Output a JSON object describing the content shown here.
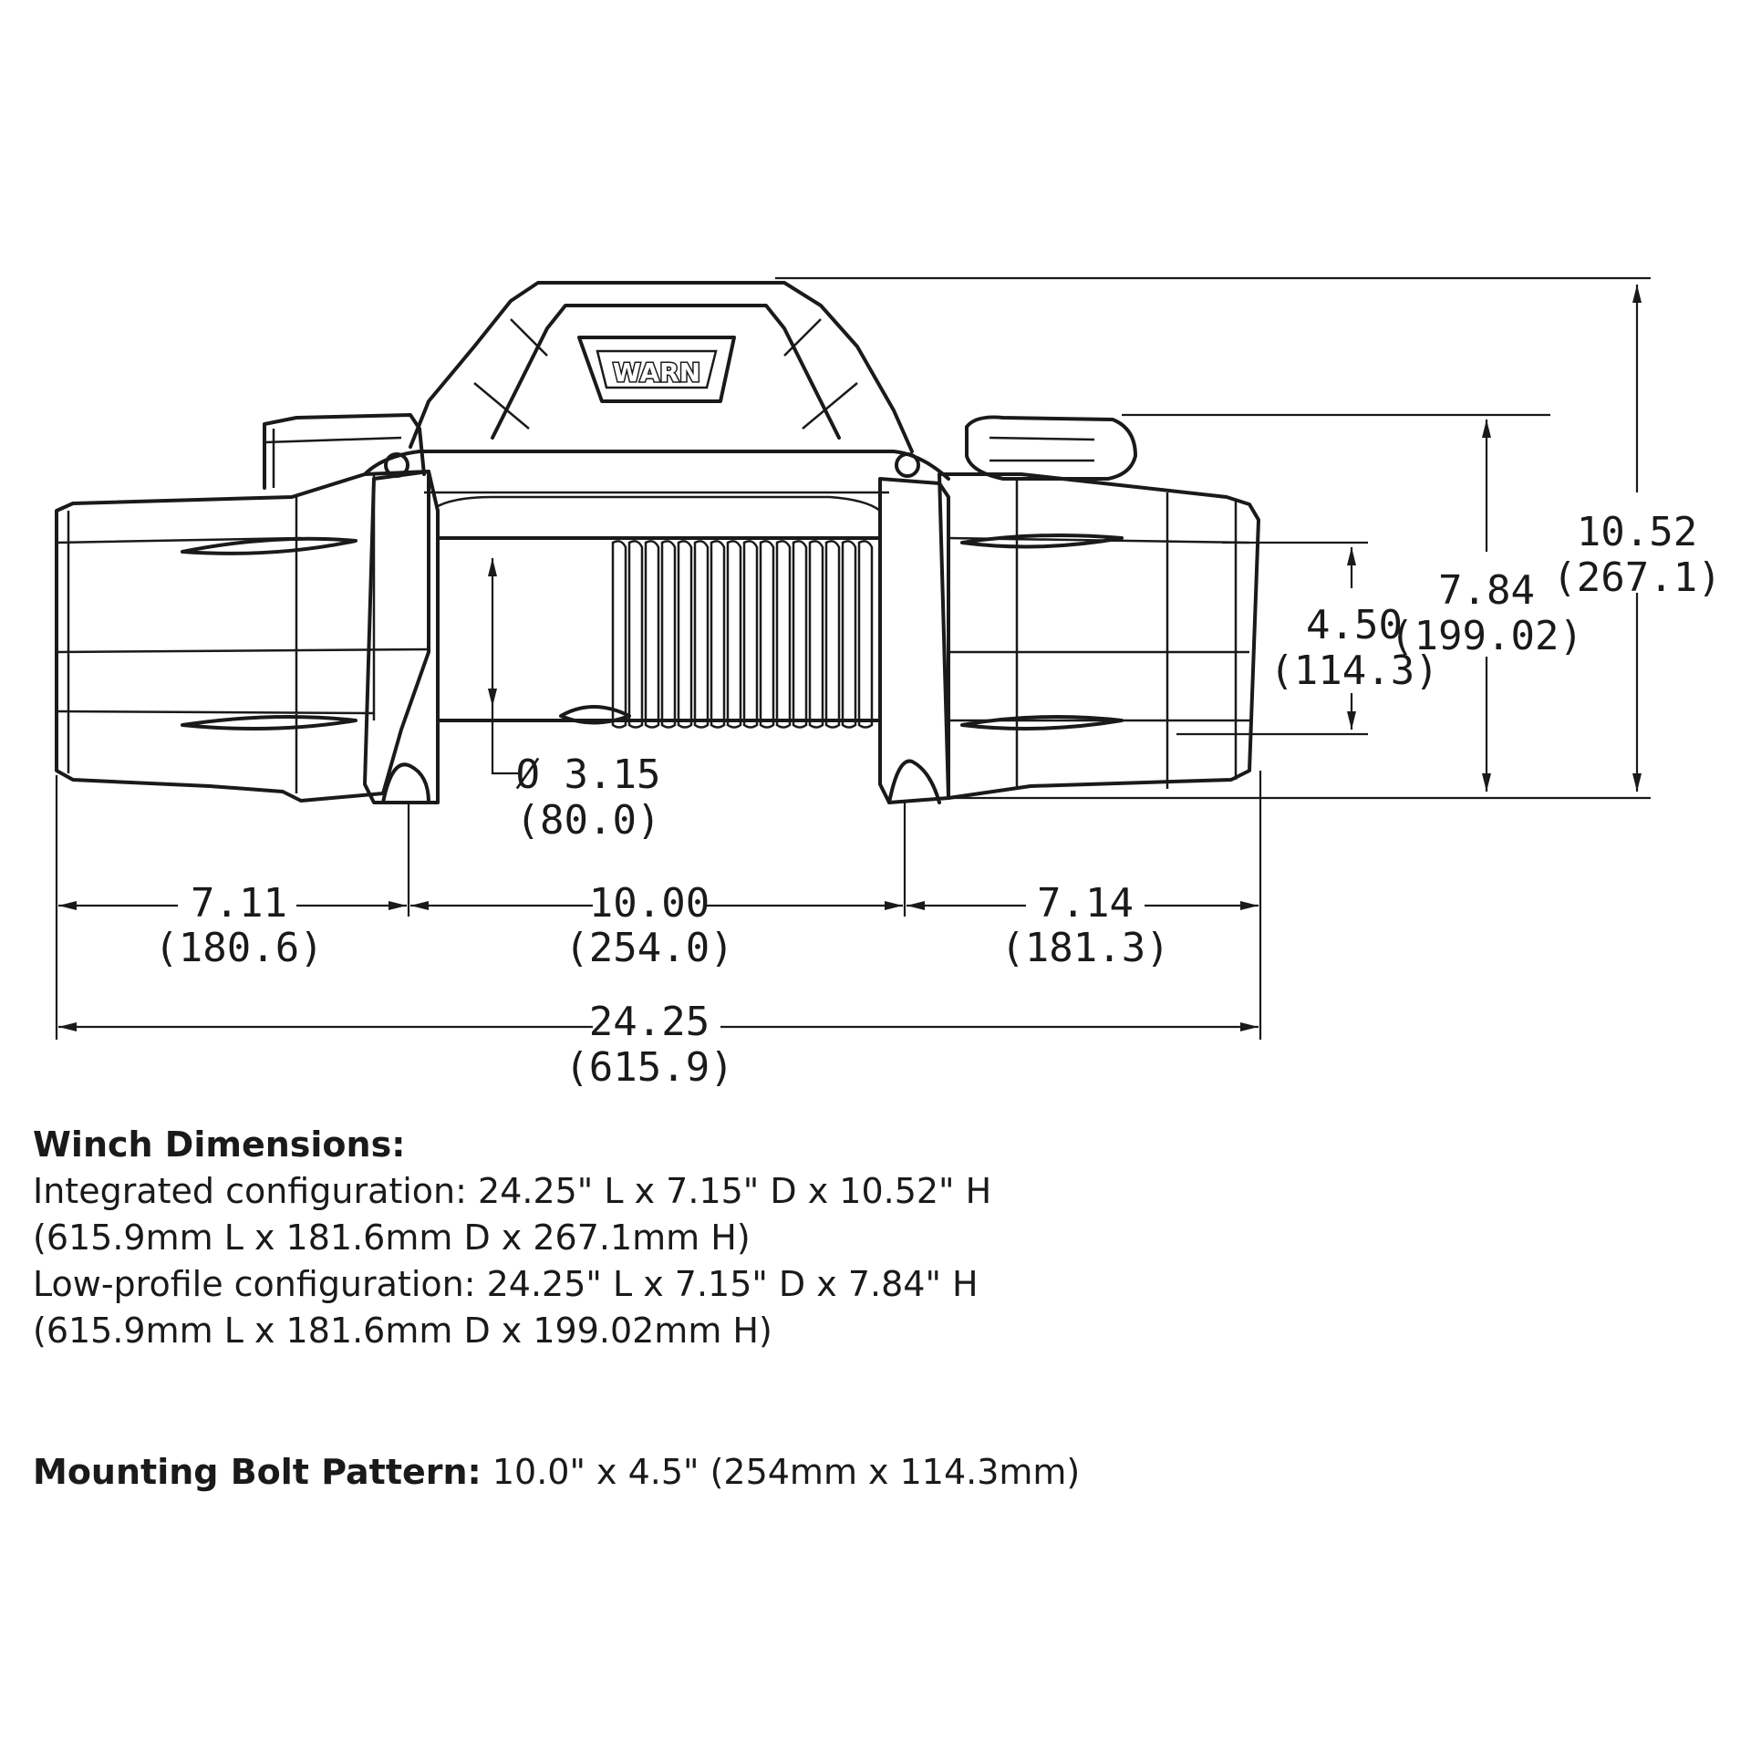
{
  "dimensions": {
    "overall_height": {
      "in": "10.52",
      "mm": "(267.1)"
    },
    "low_profile_height": {
      "in": "7.84",
      "mm": "(199.02)"
    },
    "bolt_spacing_depth": {
      "in": "4.50",
      "mm": "(114.3)"
    },
    "drum_diameter": {
      "in": "Ø 3.15",
      "mm": "(80.0)"
    },
    "left_section": {
      "in": "7.11",
      "mm": "(180.6)"
    },
    "bolt_spacing_length": {
      "in": "10.00",
      "mm": "(254.0)"
    },
    "right_section": {
      "in": "7.14",
      "mm": "(181.3)"
    },
    "overall_length": {
      "in": "24.25",
      "mm": "(615.9)"
    }
  },
  "logo": {
    "text": "WARN"
  },
  "specs": {
    "heading": "Winch Dimensions:",
    "integrated": "Integrated configuration: 24.25\" L x 7.15\" D x 10.52\" H",
    "integrated_mm": "(615.9mm L x 181.6mm D x 267.1mm H)",
    "low_profile": "Low-profile configuration: 24.25\" L x 7.15\" D x 7.84\" H",
    "low_profile_mm": "(615.9mm L x 181.6mm D x 199.02mm H)",
    "bolt_label": "Mounting Bolt Pattern:",
    "bolt_value": " 10.0\" x 4.5\" (254mm x 114.3mm)"
  }
}
